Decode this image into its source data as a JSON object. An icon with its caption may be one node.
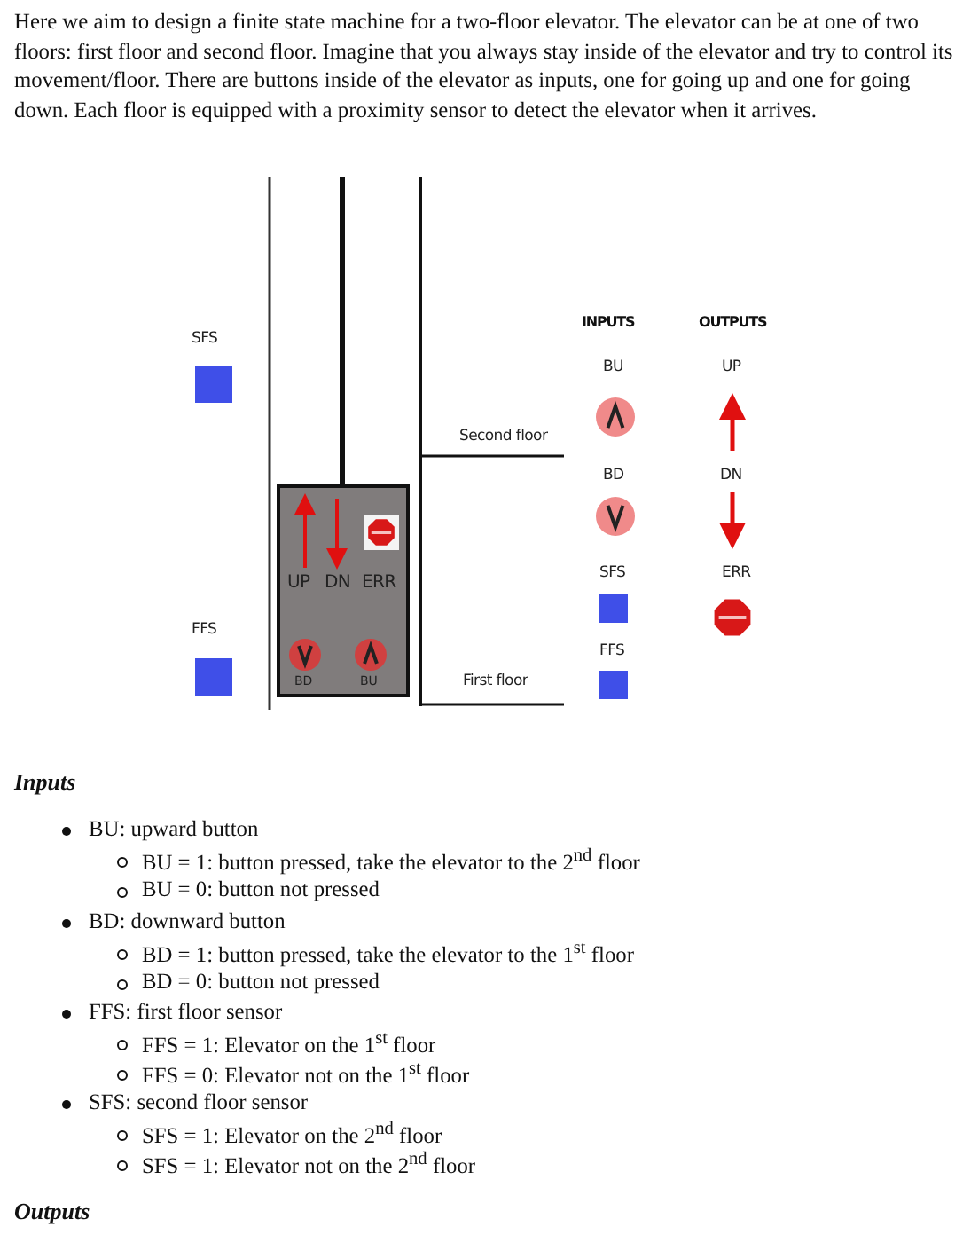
{
  "diagram": {
    "labels": [
      "Here we aim to design a finite state machine for a two-floor elevator. The elevator can be at one of two floors: first floor and second floor. Imagine that you always stay inside of the elevator and try to control its movement/floor. There are buttons inside of the elevator as inputs, one for going up and one for going down. Each floor is equipped with a proximity sensor to detect the elevator when it arrives.",
      "SFS",
      "INPUTS",
      "OUTPUTS",
      "BU",
      "UP",
      "Second floor",
      "BD",
      "DN",
      "UP",
      "DN",
      "ERR",
      "SFS",
      "ERR",
      "FFS",
      "FFS",
      "BD",
      "BU",
      "First floor",
      "Inputs",
      "BU: upward button",
      "BU = 1: button pressed, take the elevator to the 2$^{nd}$ floor",
      "BU = 0: button not pressed",
      "BD: downward button",
      "BD = 1: button pressed, take the elevator to the 1$^{st}$ floor",
      "BD = 0: button not pressed",
      "FFS: first floor sensor",
      "FFS = 1: Elevator on the 1$^{st}$ floor",
      "FFS = 0: Elevator not on the 1$^{st}$ floor",
      "SFS: second floor sensor",
      "SFS = 1: Elevator on the 2$^{nd}$ floor",
      "SFS = 1: Elevator not on the 2$^{nd}$ floor",
      "Outputs"
    ]
  }
}
